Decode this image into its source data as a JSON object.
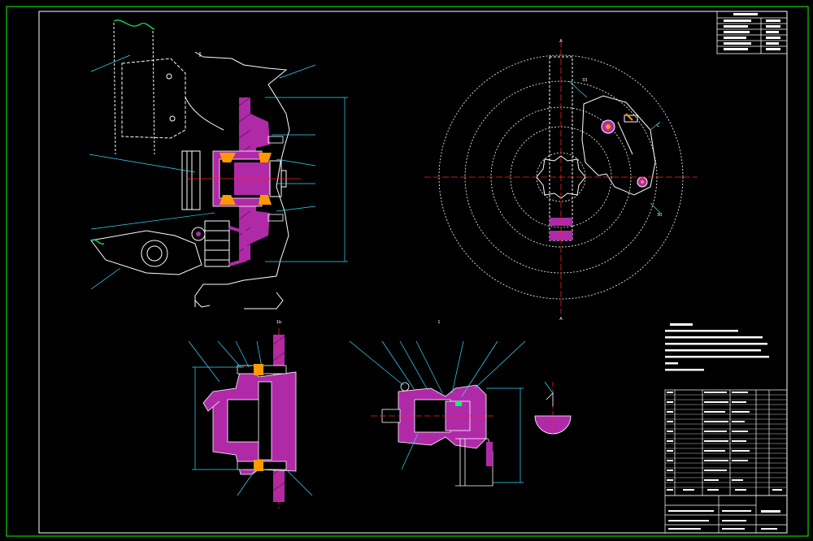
{
  "colors": {
    "background": "#000000",
    "border": "#00ff00",
    "outline": "#ffffff",
    "leader": "#33ddff",
    "section_fill": "#b02aa8",
    "section_hatch": "#5a1a5a",
    "center_line": "#ff2020",
    "highlight": "#ff9900",
    "curve": "#00ff66"
  },
  "section_marks": {
    "view_a_top": "A",
    "view_a_bottom": "A",
    "side_c": "C"
  },
  "right_view_numbers": [
    "33",
    "30"
  ],
  "caliper_label_left": "1b",
  "caliper_label_right": "1"
}
